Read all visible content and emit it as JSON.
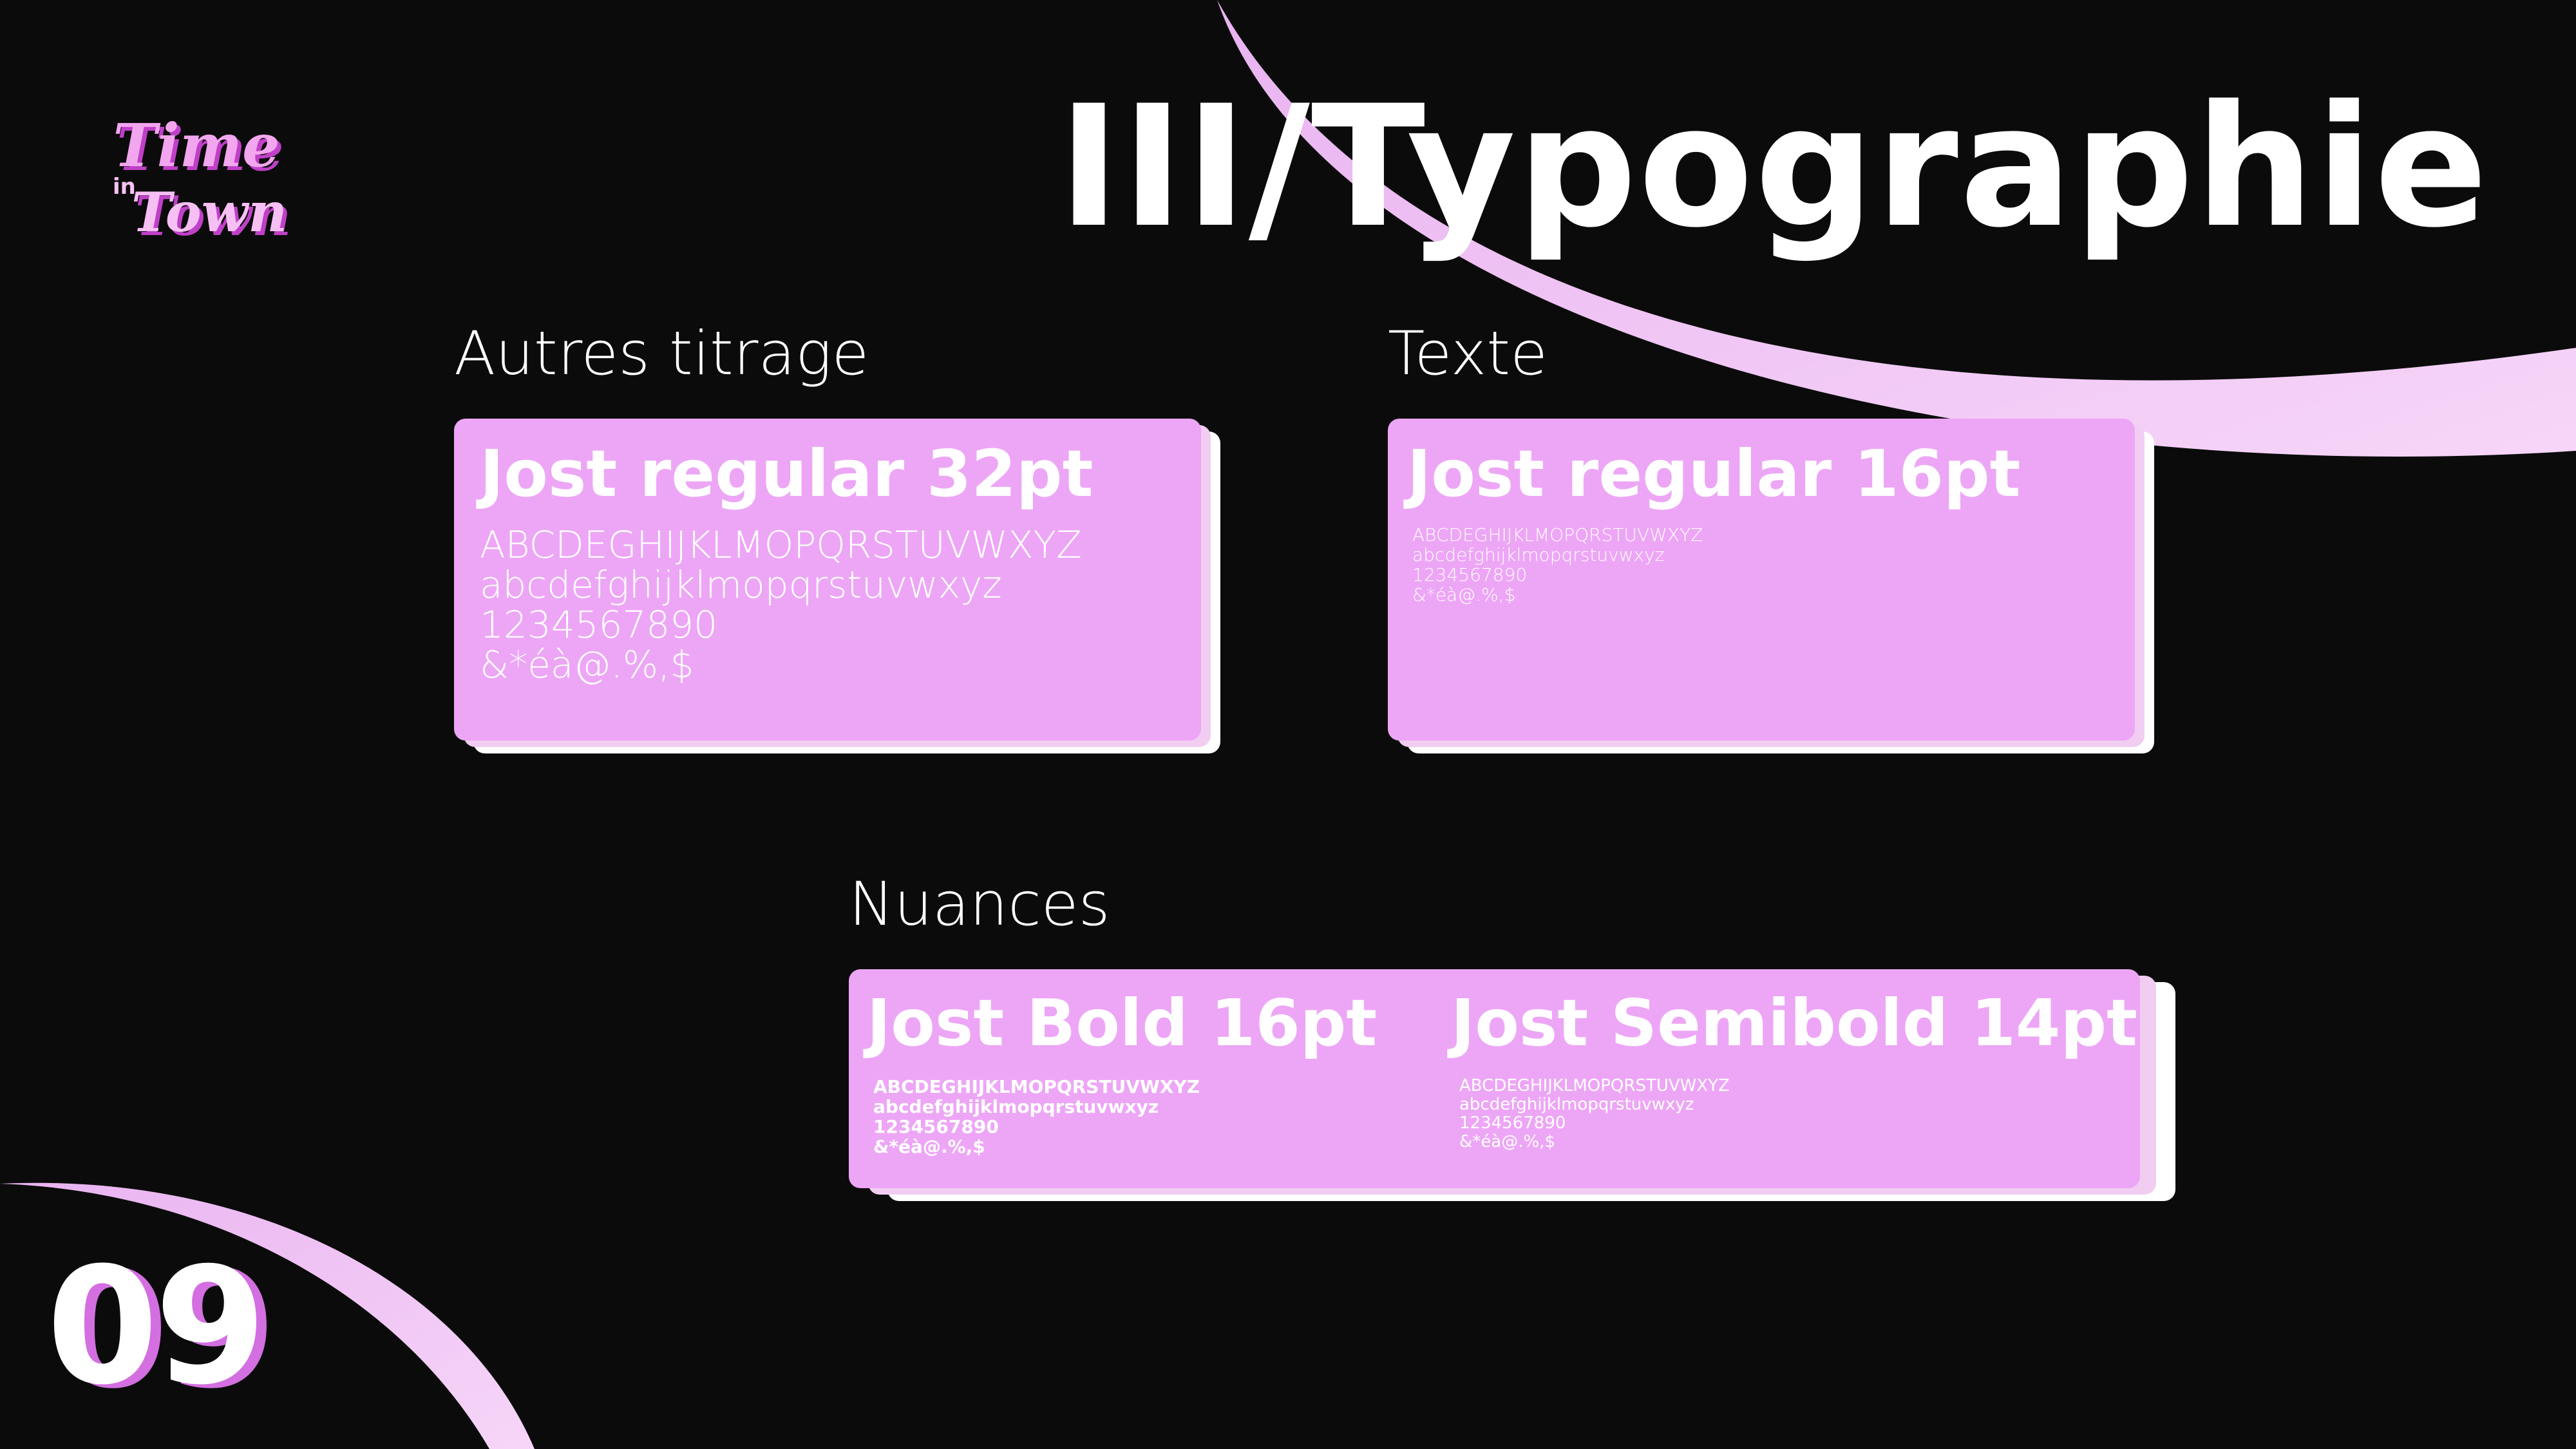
{
  "logo": {
    "line1": "Time",
    "line2": "Town",
    "small": "in"
  },
  "title": "III/Typographie",
  "page_number": "09",
  "sections": {
    "titrage": {
      "label": "Autres titrage",
      "font": "Jost regular 32pt",
      "lines": [
        "ABCDEGHIJKLMOPQRSTUVWXYZ",
        "abcdefghijklmopqrstuvwxyz",
        "1234567890",
        "&*éà@.%,$"
      ]
    },
    "texte": {
      "label": "Texte",
      "font": "Jost  regular 16pt",
      "lines": [
        "ABCDEGHIJKLMOPQRSTUVWXYZ",
        "abcdefghijklmopqrstuvwxyz",
        "1234567890",
        "&*éà@.%,$"
      ]
    },
    "nuances": {
      "label": "Nuances",
      "bold": {
        "font": "Jost  Bold 16pt",
        "lines": [
          "ABCDEGHIJKLMOPQRSTUVWXYZ",
          "abcdefghijklmopqrstuvwxyz",
          "1234567890",
          "&*éà@.%,$"
        ]
      },
      "semibold": {
        "font": "Jost Semibold 14pt",
        "lines": [
          "ABCDEGHIJKLMOPQRSTUVWXYZ",
          "abcdefghijklmopqrstuvwxyz",
          "1234567890",
          "&*éà@.%,$"
        ]
      }
    }
  },
  "colors": {
    "background": "#0b0b0b",
    "card": "#eda6f6",
    "accent": "#f5c6f7",
    "text": "#ffffff"
  }
}
